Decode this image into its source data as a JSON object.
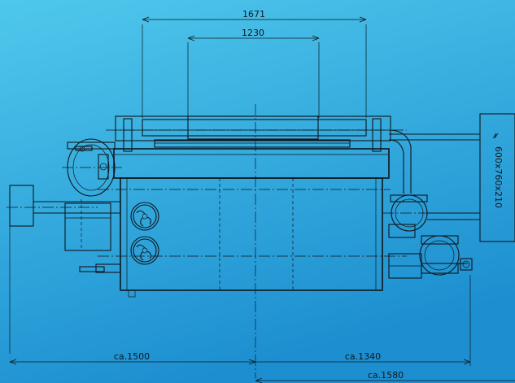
{
  "colors": {
    "background_top": "#4fc8ec",
    "background_bottom": "#1d8fd0",
    "line": "#10161c"
  },
  "dimensions": {
    "top_overall": "1671",
    "top_inner": "1230",
    "bottom_left": "ca.1500",
    "bottom_right": "ca.1340",
    "bottom_lower": "ca.1580"
  },
  "cabinet_label": "600x760x210"
}
